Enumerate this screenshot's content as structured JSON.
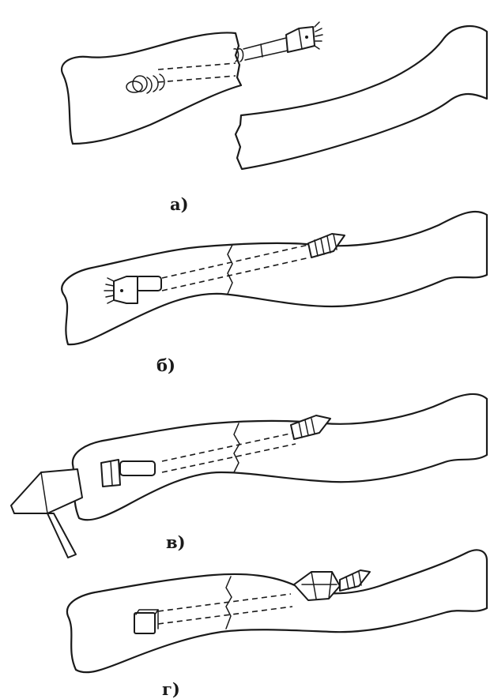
{
  "panels": [
    {
      "label": "а)"
    },
    {
      "label": "б)"
    },
    {
      "label": "в)"
    },
    {
      "label": "г)"
    }
  ],
  "colors": {
    "ink": "#1a1a1a",
    "background": "#ffffff"
  }
}
